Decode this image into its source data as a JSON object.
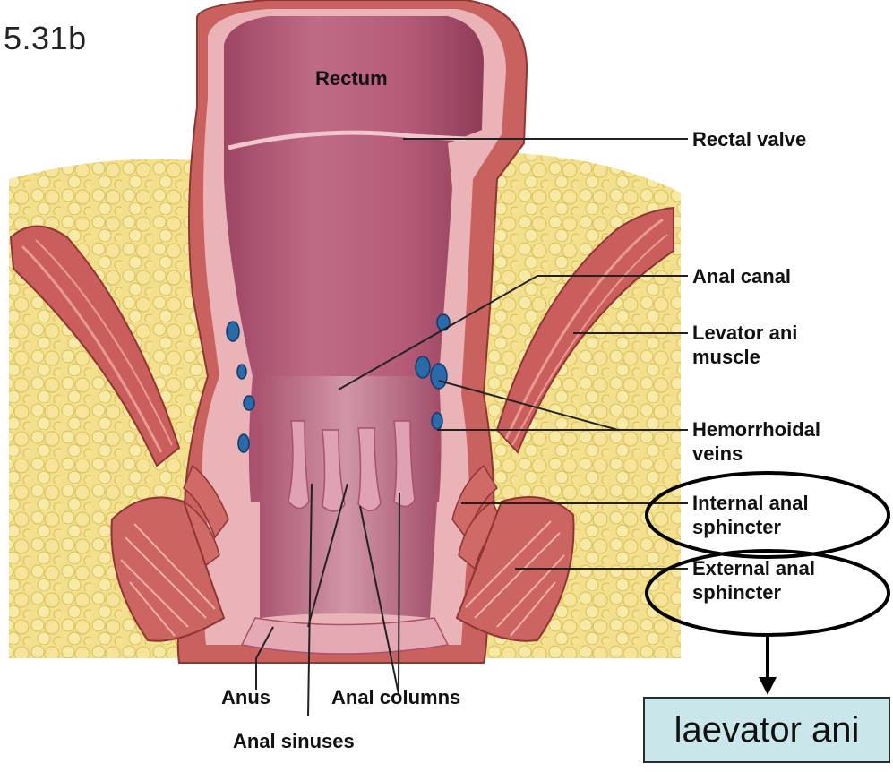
{
  "figure": {
    "number": "5.31b"
  },
  "labels": {
    "rectum": "Rectum",
    "rectal_valve": "Rectal valve",
    "anal_canal": "Anal canal",
    "levator_ani_line1": "Levator ani",
    "levator_ani_line2": "muscle",
    "hemorrhoidal_line1": "Hemorrhoidal",
    "hemorrhoidal_line2": "veins",
    "internal_line1": "Internal anal",
    "internal_line2": "sphincter",
    "external_line1": "External anal",
    "external_line2": "sphincter",
    "anus": "Anus",
    "anal_columns": "Anal columns",
    "anal_sinuses": "Anal sinuses"
  },
  "annotation": {
    "text": "laevator ani"
  },
  "colors": {
    "fat": "#f2de86",
    "muscle": "#c95e5c",
    "muscle_dark": "#9b3a3a",
    "lumen": "#b35a77",
    "mucosa": "#e4aab0",
    "vein": "#2a6aa8",
    "annotation_fill": "#c9e6ea"
  }
}
